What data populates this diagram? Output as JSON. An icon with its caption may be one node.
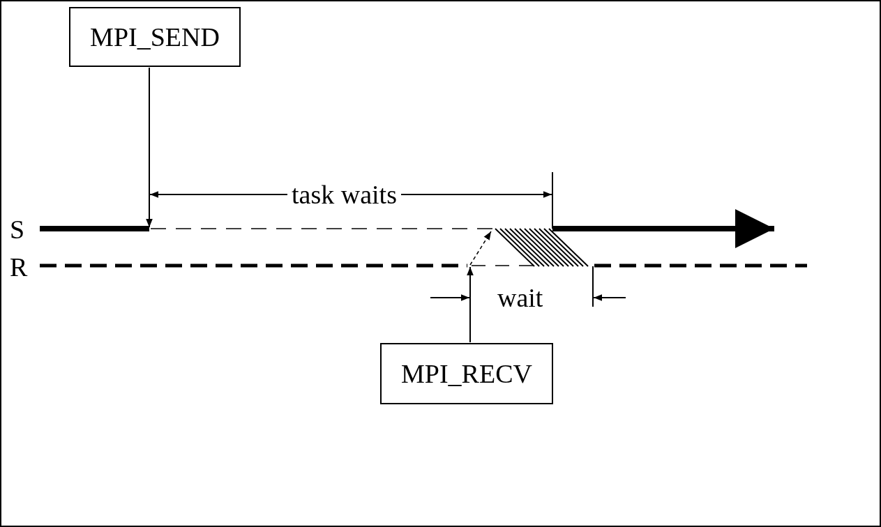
{
  "diagram": {
    "nodes": [
      {
        "text": [
          "MPI_SEND"
        ]
      },
      {
        "text": [
          "MPI_RECV"
        ]
      }
    ],
    "edges": [
      {
        "from": 0,
        "to": null,
        "arrow": "to"
      },
      {
        "from": 1,
        "to": null,
        "arrow": "to"
      }
    ],
    "labels": [
      "S",
      "R",
      "task waits",
      "wait"
    ]
  }
}
